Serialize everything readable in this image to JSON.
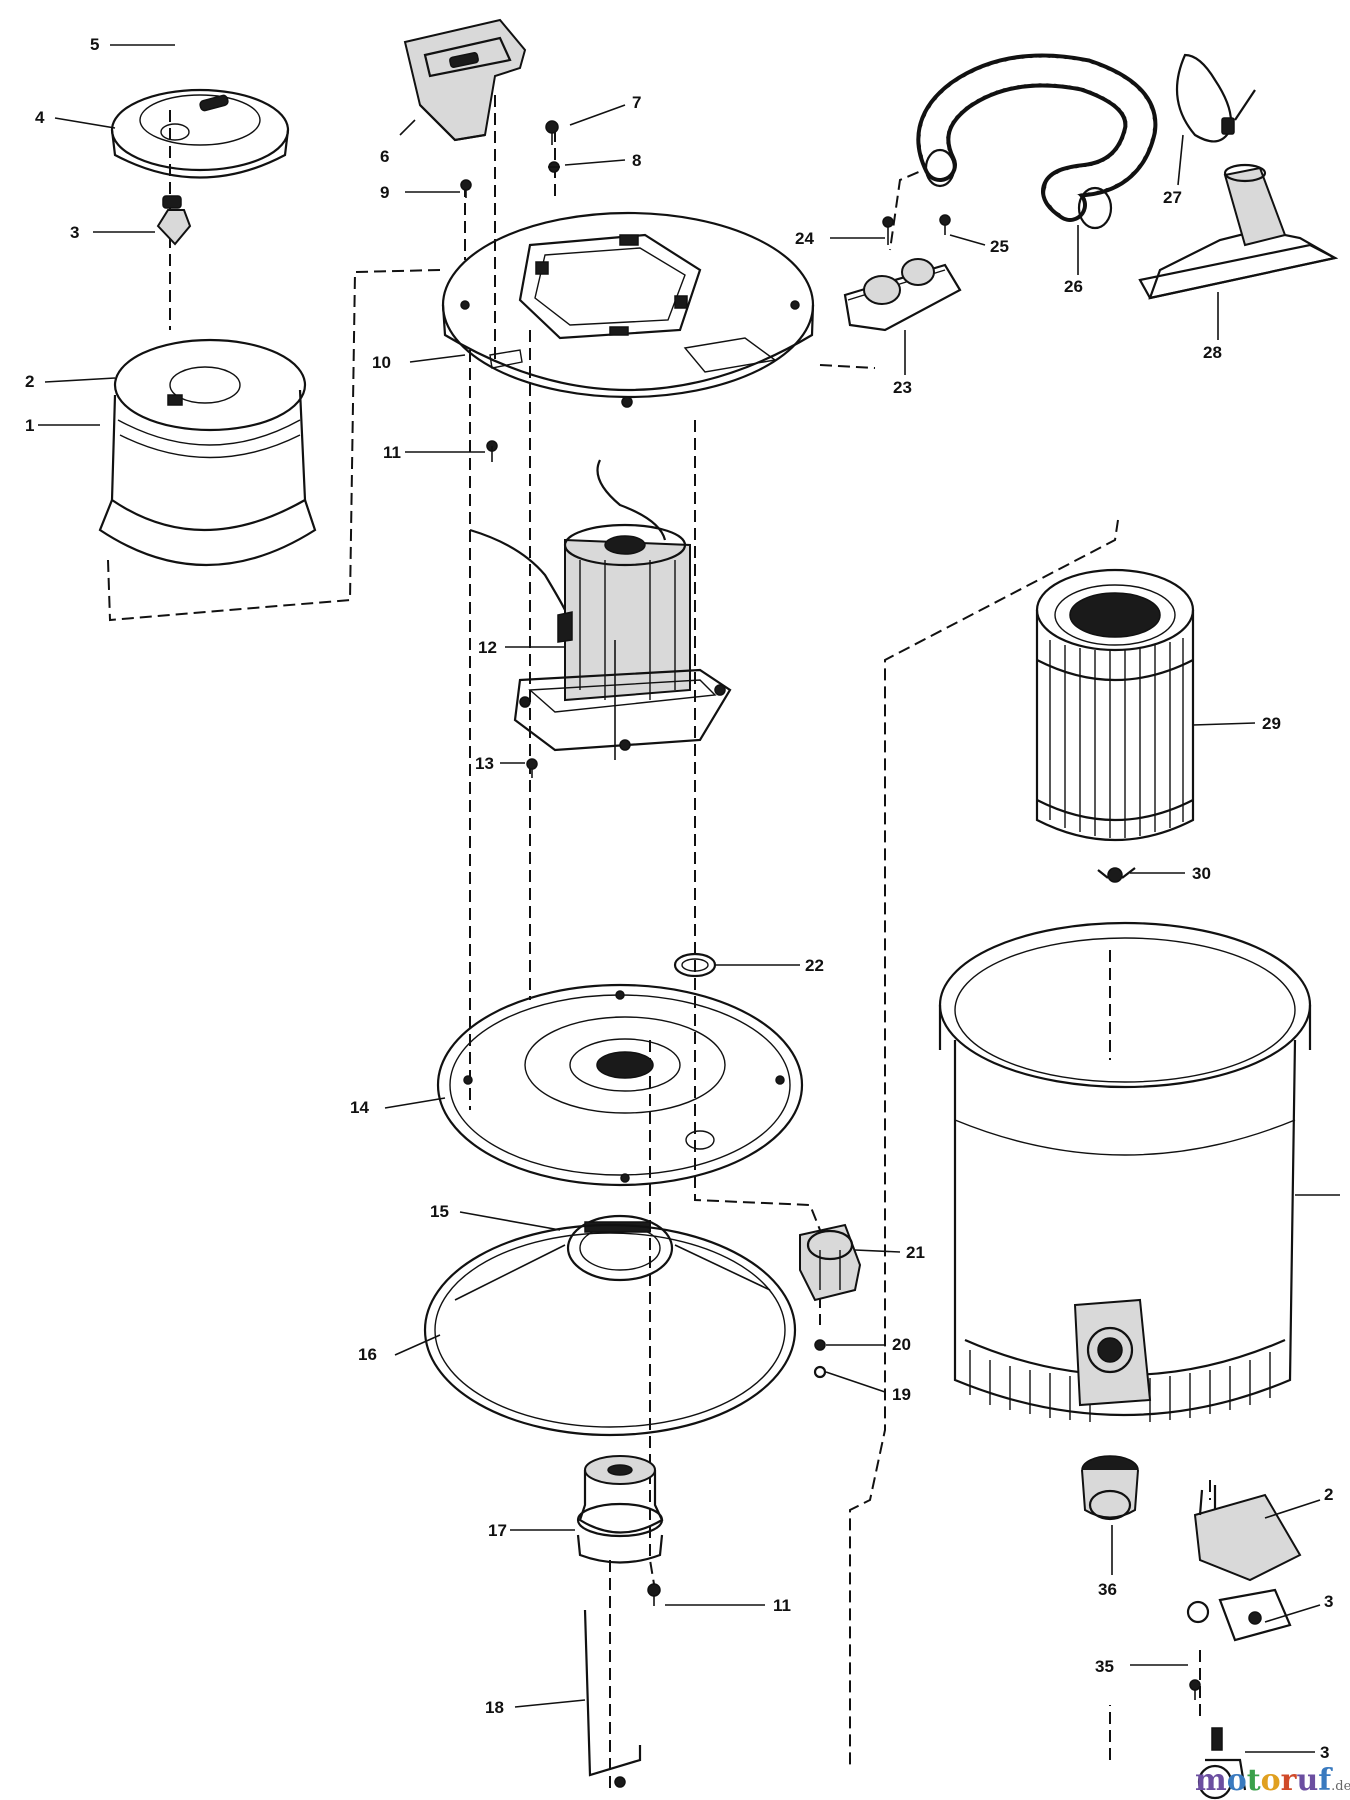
{
  "callouts": [
    {
      "id": "c1",
      "text": "1"
    },
    {
      "id": "c2",
      "text": "2"
    },
    {
      "id": "c3",
      "text": "3"
    },
    {
      "id": "c4",
      "text": "4"
    },
    {
      "id": "c5",
      "text": "5"
    },
    {
      "id": "c6",
      "text": "6"
    },
    {
      "id": "c7",
      "text": "7"
    },
    {
      "id": "c8",
      "text": "8"
    },
    {
      "id": "c9",
      "text": "9"
    },
    {
      "id": "c10",
      "text": "10"
    },
    {
      "id": "c11a",
      "text": "11"
    },
    {
      "id": "c12",
      "text": "12"
    },
    {
      "id": "c13",
      "text": "13"
    },
    {
      "id": "c14",
      "text": "14"
    },
    {
      "id": "c15",
      "text": "15"
    },
    {
      "id": "c16",
      "text": "16"
    },
    {
      "id": "c17",
      "text": "17"
    },
    {
      "id": "c11b",
      "text": "11"
    },
    {
      "id": "c18",
      "text": "18"
    },
    {
      "id": "c19",
      "text": "19"
    },
    {
      "id": "c20",
      "text": "20"
    },
    {
      "id": "c21",
      "text": "21"
    },
    {
      "id": "c22",
      "text": "22"
    },
    {
      "id": "c23",
      "text": "23"
    },
    {
      "id": "c24",
      "text": "24"
    },
    {
      "id": "c25",
      "text": "25"
    },
    {
      "id": "c26",
      "text": "26"
    },
    {
      "id": "c27",
      "text": "27"
    },
    {
      "id": "c28",
      "text": "28"
    },
    {
      "id": "c29",
      "text": "29"
    },
    {
      "id": "c30",
      "text": "30"
    },
    {
      "id": "c35",
      "text": "35"
    },
    {
      "id": "c36",
      "text": "36"
    },
    {
      "id": "c2x",
      "text": "2"
    },
    {
      "id": "c3x",
      "text": "3"
    },
    {
      "id": "c3y",
      "text": "3"
    }
  ],
  "watermark": {
    "brand_m": "m",
    "brand_o": "o",
    "brand_t": "t",
    "brand_o2": "o",
    "brand_r": "r",
    "brand_u": "u",
    "brand_f": "f",
    "suffix": ".de"
  },
  "colors": {
    "line": "#111111",
    "background": "#ffffff"
  }
}
